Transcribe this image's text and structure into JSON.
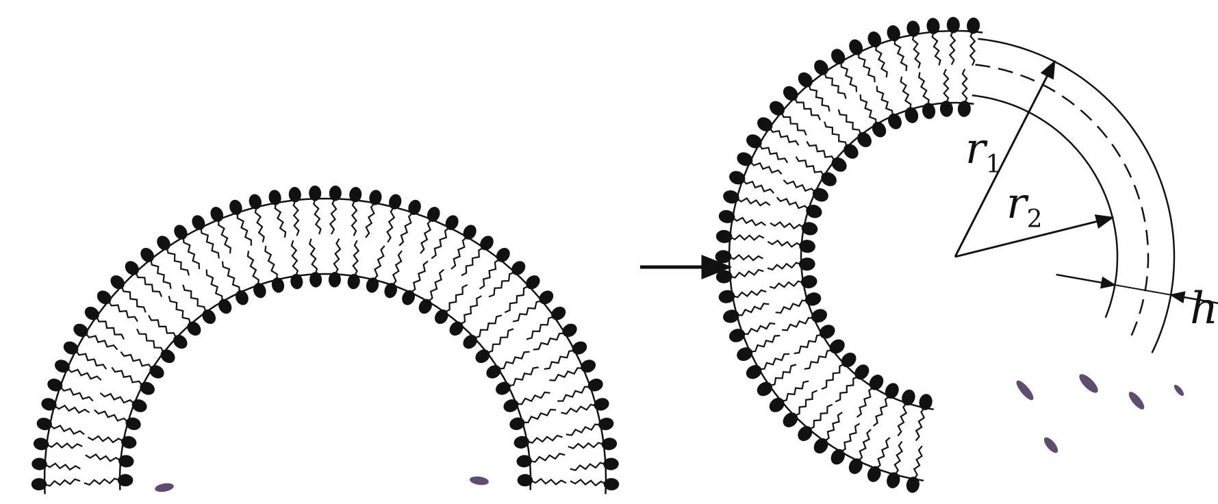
{
  "labels": {
    "r1": "r",
    "r1_sub": "1",
    "r2": "r",
    "r2_sub": "2",
    "h": "h"
  },
  "colors": {
    "ink": "#111111",
    "smudge": "#2a1240",
    "background": "#ffffff"
  }
}
